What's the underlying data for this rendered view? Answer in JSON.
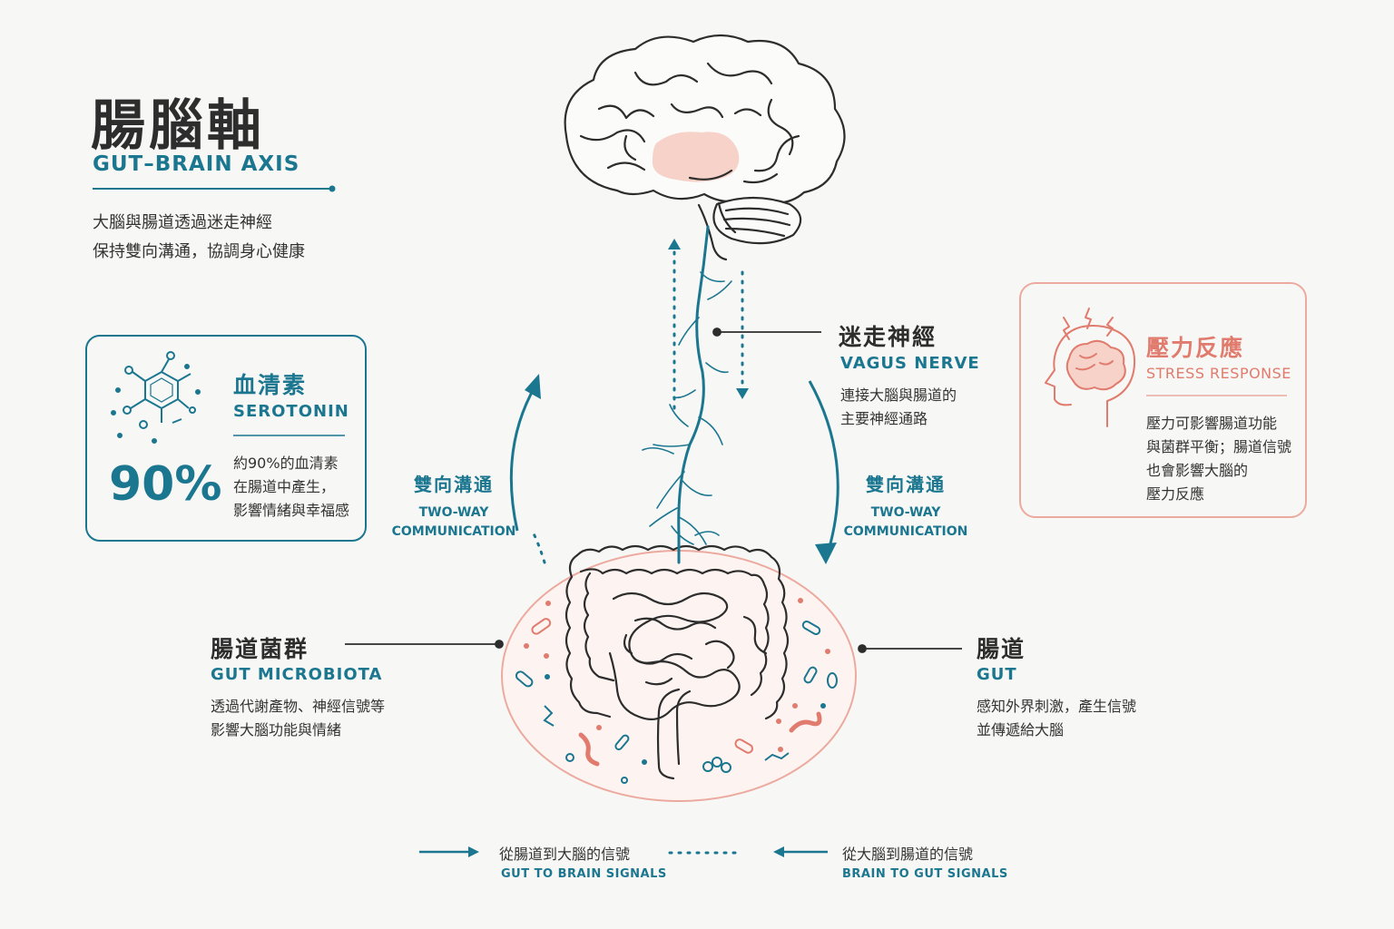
{
  "header": {
    "title": "腸腦軸",
    "subtitle": "GUT–BRAIN AXIS",
    "intro_lines": [
      "大腦與腸道透過迷走神經",
      "保持雙向溝通，協調身心健康"
    ]
  },
  "serotonin": {
    "title_zh": "血清素",
    "title_en": "SEROTONIN",
    "stat": "90%",
    "desc_lines": [
      "約90%的血清素",
      "在腸道中產生，",
      "影響情緒與幸福感"
    ]
  },
  "vagus": {
    "title_zh": "迷走神經",
    "title_en": "VAGUS NERVE",
    "desc_lines": [
      "連接大腦與腸道的",
      "主要神經通路"
    ]
  },
  "stress": {
    "title_zh": "壓力反應",
    "title_en": "STRESS RESPONSE",
    "desc_lines": [
      "壓力可影響腸道功能",
      "與菌群平衡；腸道信號",
      "也會影響大腦的",
      "壓力反應"
    ]
  },
  "two_way_left": {
    "zh": "雙向溝通",
    "en_lines": [
      "TWO-WAY",
      "COMMUNICATION"
    ]
  },
  "two_way_right": {
    "zh": "雙向溝通",
    "en_lines": [
      "TWO-WAY",
      "COMMUNICATION"
    ]
  },
  "microbiota": {
    "title_zh": "腸道菌群",
    "title_en": "GUT MICROBIOTA",
    "desc_lines": [
      "透過代謝產物、神經信號等",
      "影響大腦功能與情緒"
    ]
  },
  "gut": {
    "title_zh": "腸道",
    "title_en": "GUT",
    "desc_lines": [
      "感知外界刺激，產生信號",
      "並傳遞給大腦"
    ]
  },
  "legend": {
    "gut_to_brain_zh": "從腸道到大腦的信號",
    "gut_to_brain_en": "GUT TO BRAIN SIGNALS",
    "brain_to_gut_zh": "從大腦到腸道的信號",
    "brain_to_gut_en": "BRAIN TO GUT SIGNALS"
  },
  "colors": {
    "teal": "#1b7690",
    "coral": "#e07b6d",
    "pink_fill": "#f6d2c8",
    "line": "#2d2d2d"
  }
}
